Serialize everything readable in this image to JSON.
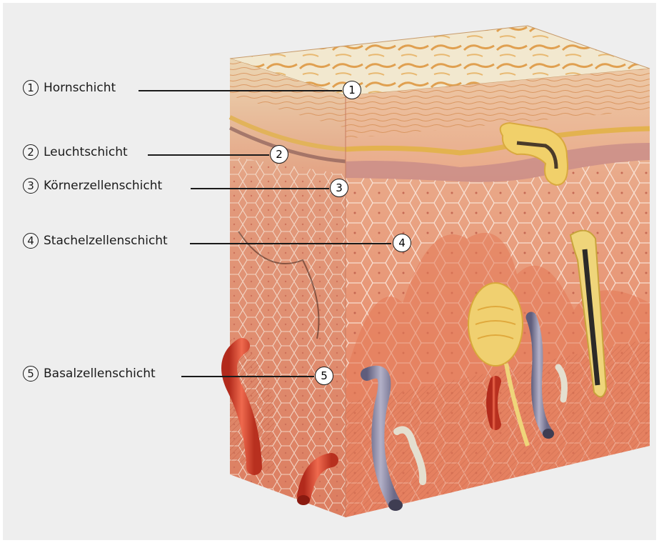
{
  "layers": [
    {
      "number": "1",
      "label": "Hornschicht"
    },
    {
      "number": "2",
      "label": "Leuchtschicht"
    },
    {
      "number": "3",
      "label": "Körnerzellenschicht"
    },
    {
      "number": "4",
      "label": "Stachelzellenschicht"
    },
    {
      "number": "5",
      "label": "Basalzellenschicht"
    }
  ],
  "colors": {
    "background": "#eeeeee",
    "skin_top": "#efe3c8",
    "horn_layer": "#f0c79a",
    "lucidum": "#e6b64f",
    "granular": "#c78a86",
    "spinous": "#f2b28e",
    "basal": "#e3774e",
    "artery": "#d6402a",
    "vein": "#8d8aa5",
    "receptor": "#f0d070"
  }
}
